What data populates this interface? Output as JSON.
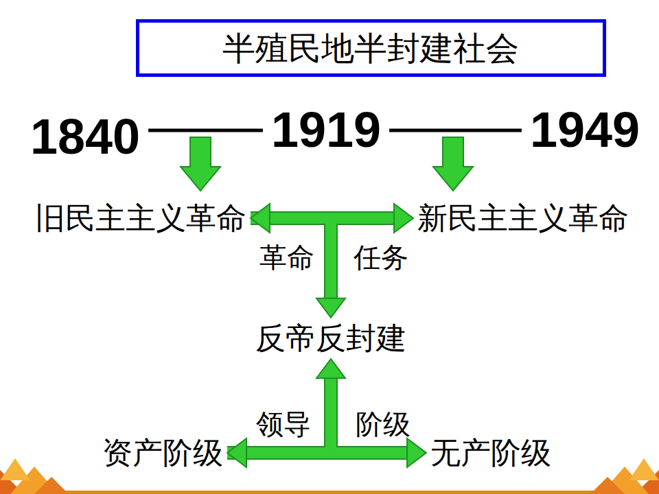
{
  "diagram": {
    "nodes": [
      {
        "text": [
          "半殖民地半封建社会"
        ]
      },
      {
        "text": [
          "1840"
        ]
      },
      {
        "text": [
          "1919"
        ]
      },
      {
        "text": [
          "1949"
        ]
      },
      {
        "text": [
          "旧民主主义革命"
        ]
      },
      {
        "text": [
          "新民主主义革命"
        ]
      },
      {
        "text": [
          "反帝反封建"
        ]
      },
      {
        "text": [
          "资产阶级"
        ]
      },
      {
        "text": [
          "无产阶级"
        ]
      }
    ],
    "edges": [
      {
        "from": 1,
        "to": 2,
        "arrow": "none"
      },
      {
        "from": 2,
        "to": 3,
        "arrow": "none"
      },
      {
        "from": 4,
        "to": 5,
        "arrow": "both"
      },
      {
        "from": 4,
        "to": 6,
        "arrow": "to"
      },
      {
        "from": 7,
        "to": 8,
        "arrow": "both"
      },
      {
        "from": 7,
        "to": 6,
        "arrow": "to"
      }
    ],
    "labels": [
      "革命",
      "任务",
      "领导",
      "阶级"
    ]
  }
}
